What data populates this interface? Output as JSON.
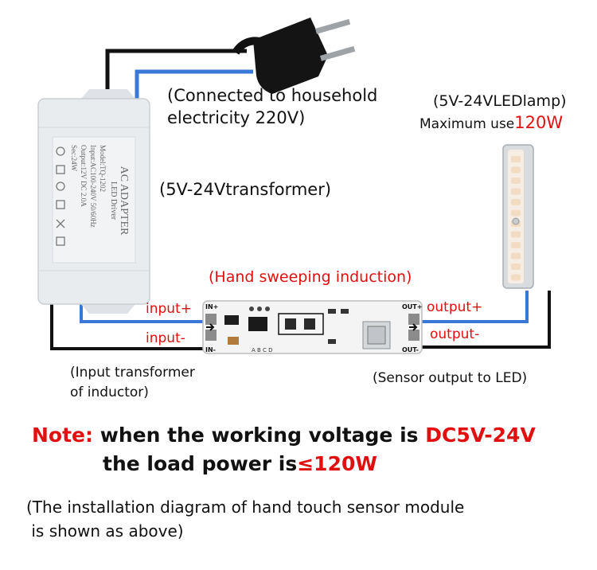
{
  "labels": {
    "plug_caption_line1": "(Connected to household",
    "plug_caption_line2": "electricity 220V)",
    "lamp_caption_line1": "(5V-24VLEDlamp)",
    "lamp_caption_line2_prefix": "Maximum use",
    "lamp_caption_line2_value": "120W",
    "transformer_caption": "(5V-24Vtransformer)",
    "sensor_caption": "(Hand sweeping induction)",
    "input_plus": "input+",
    "input_minus": "input-",
    "output_plus": "output+",
    "output_minus": "output-",
    "input_note_line1": "(Input transformer",
    "input_note_line2": "of inductor)",
    "output_note": "(Sensor output to LED)"
  },
  "adapter_label": {
    "title": "AC ADAPTER",
    "subtitle": "LED Driver",
    "model": "Model:TQ-1202",
    "input": "Input:AC100-240V 50/60Hz",
    "output": "Output:12V DC 2.0A",
    "power": "Sec:24W"
  },
  "pcb_marks": {
    "in_plus": "IN+",
    "in_minus": "IN-",
    "out_plus": "OUT+",
    "out_minus": "OUT-",
    "abcd": "A B C D"
  },
  "note": {
    "prefix": "Note:",
    "line1_text": " when the working voltage is ",
    "line1_value": "DC5V-24V",
    "line2_text": "the load power is",
    "line2_value": "≤120W"
  },
  "footer": {
    "line1": "(The installation diagram of hand touch sensor module",
    "line2": " is shown as above)"
  },
  "colors": {
    "wire_black": "#111111",
    "wire_blue": "#3a78d8",
    "label_red": "#e01010",
    "pcb_white": "#f4f4f4",
    "adapter": "#e9ecef"
  }
}
